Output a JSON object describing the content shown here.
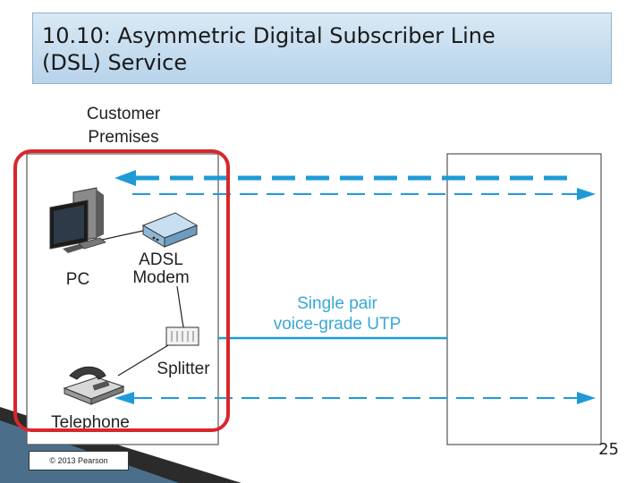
{
  "slide": {
    "title_line1": "10.10: Asymmetric Digital Subscriber Line",
    "title_line2": "(DSL) Service",
    "footer": "© 2013 Pearson",
    "page_number": "25"
  },
  "diagram": {
    "customer_premises_line1": "Customer",
    "customer_premises_line2": "Premises",
    "pc_label": "PC",
    "modem_label_line1": "ADSL",
    "modem_label_line2": "Modem",
    "splitter_label": "Splitter",
    "telephone_label": "Telephone",
    "line_label_1": "Single pair",
    "line_label_2": "voice-grade UTP"
  },
  "colors": {
    "accent_blue": "#1e9bd7",
    "highlight_red": "#d9262c"
  }
}
